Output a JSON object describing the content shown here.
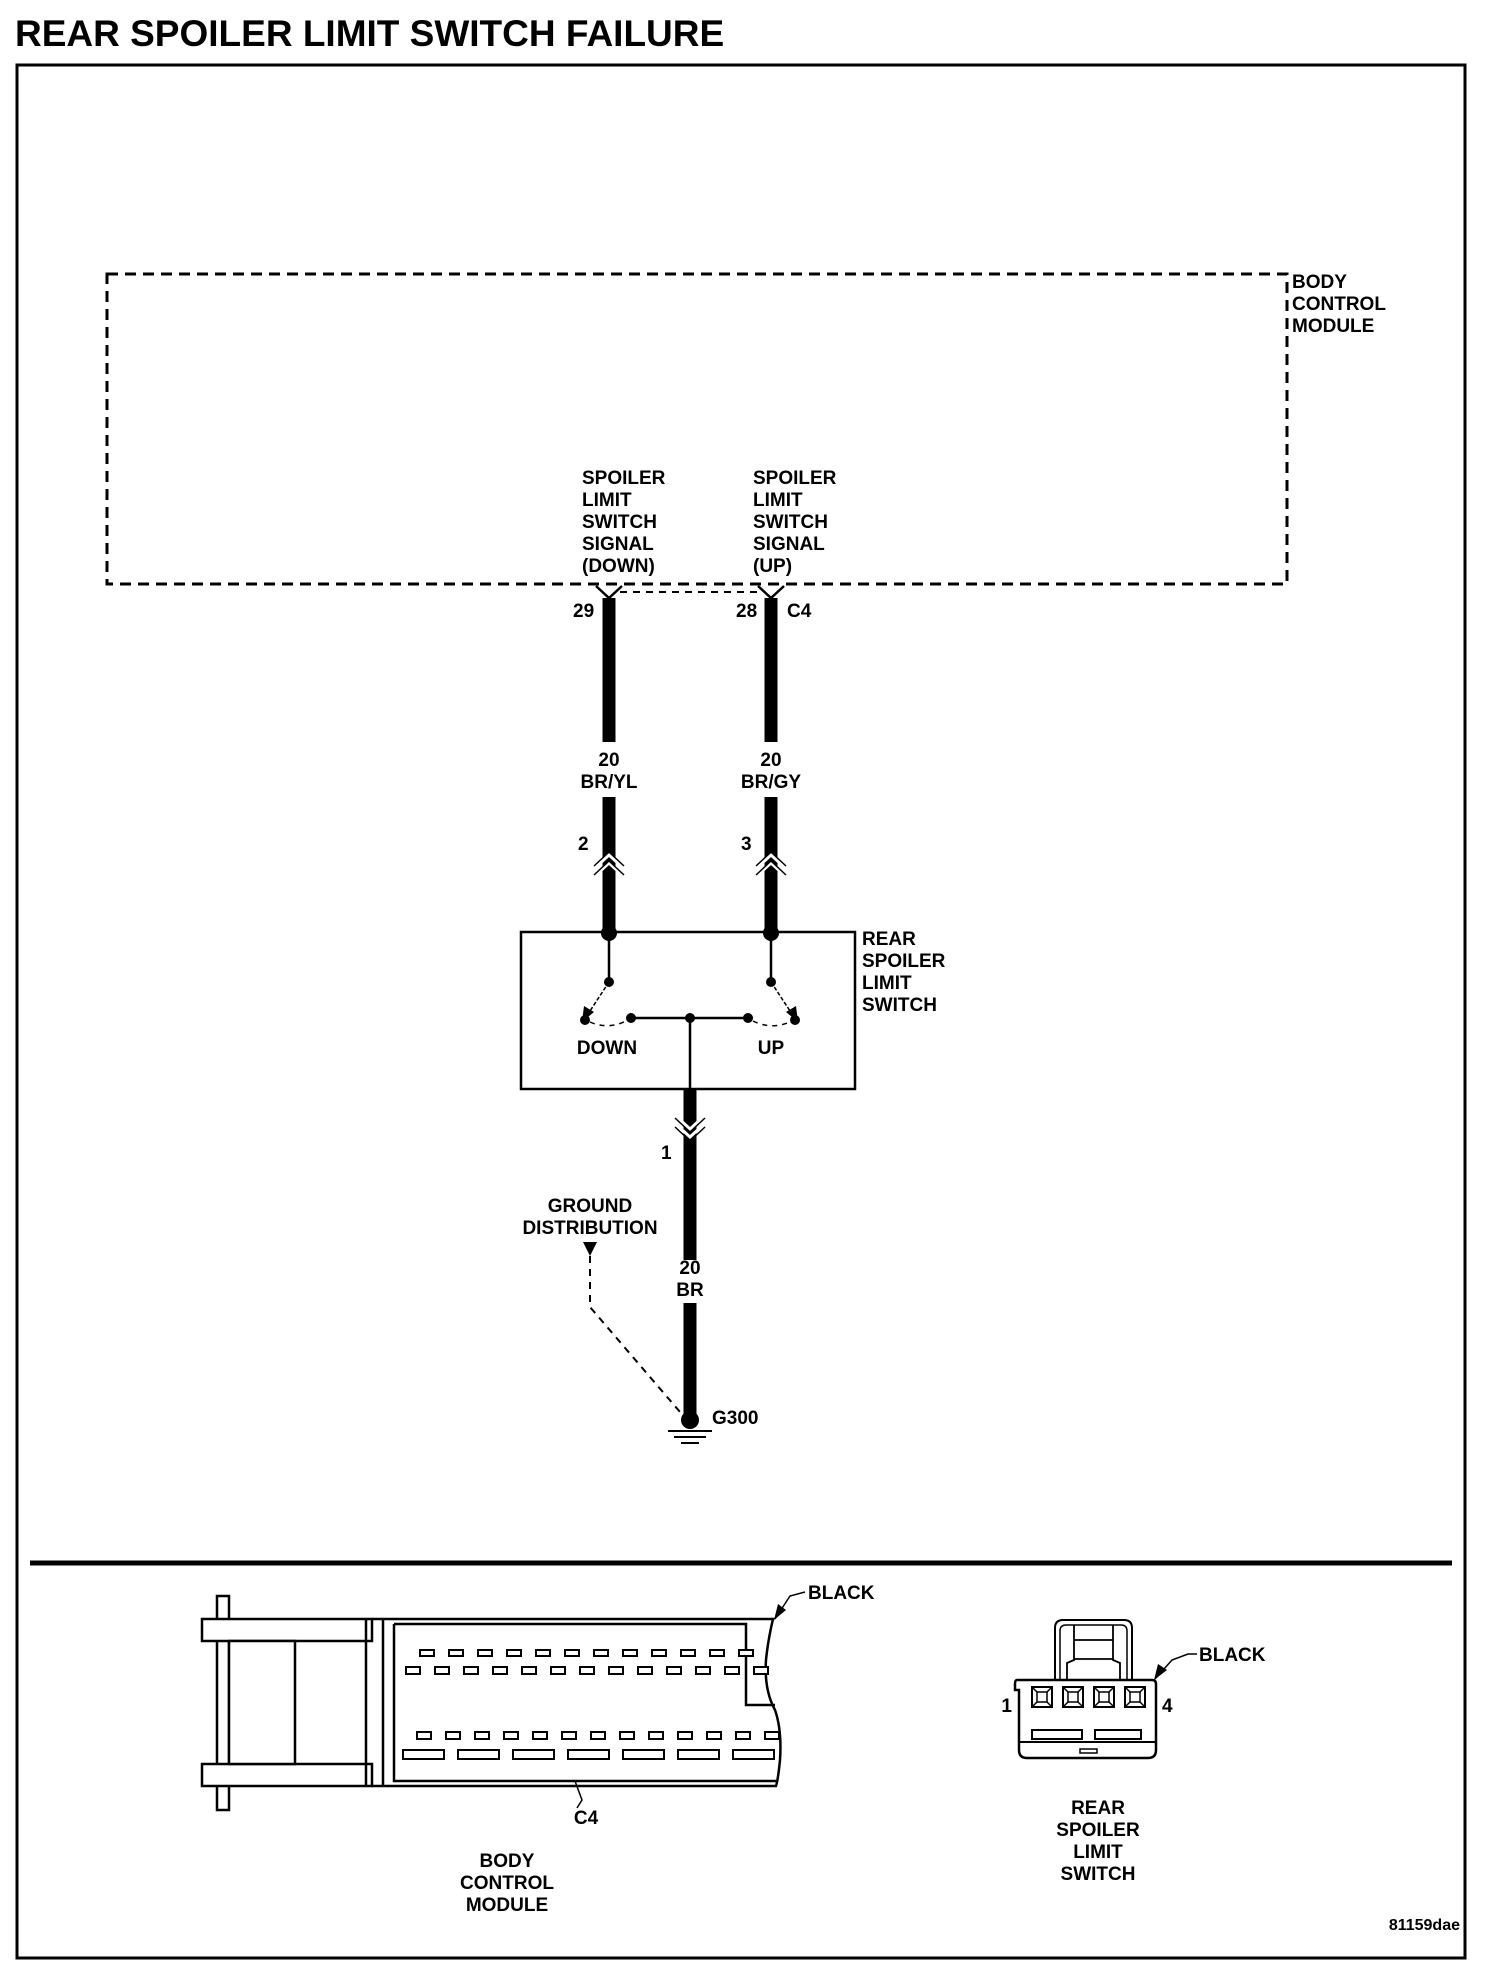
{
  "title": "REAR SPOILER LIMIT SWITCH FAILURE",
  "bcm": {
    "label": [
      "BODY",
      "CONTROL",
      "MODULE"
    ],
    "connector": "C4",
    "signals": [
      {
        "lines": [
          "SPOILER",
          "LIMIT",
          "SWITCH",
          "SIGNAL",
          "(DOWN)"
        ],
        "pin": "29"
      },
      {
        "lines": [
          "SPOILER",
          "LIMIT",
          "SWITCH",
          "SIGNAL",
          "(UP)"
        ],
        "pin": "28"
      }
    ]
  },
  "wires": [
    {
      "gauge": "20",
      "color": "BR/YL",
      "switch_pin": "2"
    },
    {
      "gauge": "20",
      "color": "BR/GY",
      "switch_pin": "3"
    },
    {
      "gauge": "20",
      "color": "BR",
      "switch_pin": "1"
    }
  ],
  "switch": {
    "label": [
      "REAR",
      "SPOILER",
      "LIMIT",
      "SWITCH"
    ],
    "positions": [
      "DOWN",
      "UP"
    ]
  },
  "ground": {
    "distribution_label": [
      "GROUND",
      "DISTRIBUTION"
    ],
    "point": "G300"
  },
  "connector_views": {
    "bcm": {
      "color_label": "BLACK",
      "connector_id": "C4",
      "name": [
        "BODY",
        "CONTROL",
        "MODULE"
      ]
    },
    "switch": {
      "color_label": "BLACK",
      "pin_first": "1",
      "pin_last": "4",
      "name": [
        "REAR",
        "SPOILER",
        "LIMIT",
        "SWITCH"
      ]
    }
  },
  "figure_id": "81159dae"
}
